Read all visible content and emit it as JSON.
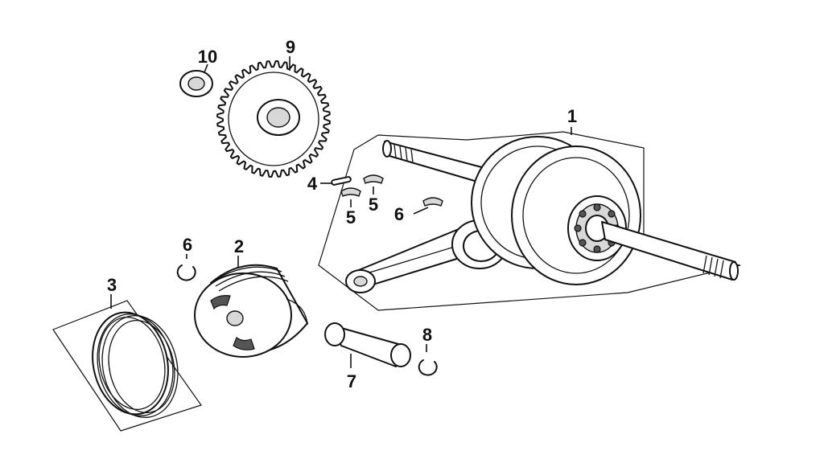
{
  "diagram": {
    "callouts": [
      {
        "id": "crankshaft",
        "label": "1"
      },
      {
        "id": "piston",
        "label": "2"
      },
      {
        "id": "piston-rings",
        "label": "3"
      },
      {
        "id": "key-pin",
        "label": "4"
      },
      {
        "id": "woodruff-key-a",
        "label": "5"
      },
      {
        "id": "woodruff-key-b",
        "label": "5"
      },
      {
        "id": "circlip-upper",
        "label": "6"
      },
      {
        "id": "circlip-lower",
        "label": "6"
      },
      {
        "id": "piston-pin",
        "label": "7"
      },
      {
        "id": "drive-gear",
        "label": "8"
      },
      {
        "id": "washer",
        "label": "9"
      },
      {
        "id": "key-10",
        "label": "10"
      }
    ]
  }
}
